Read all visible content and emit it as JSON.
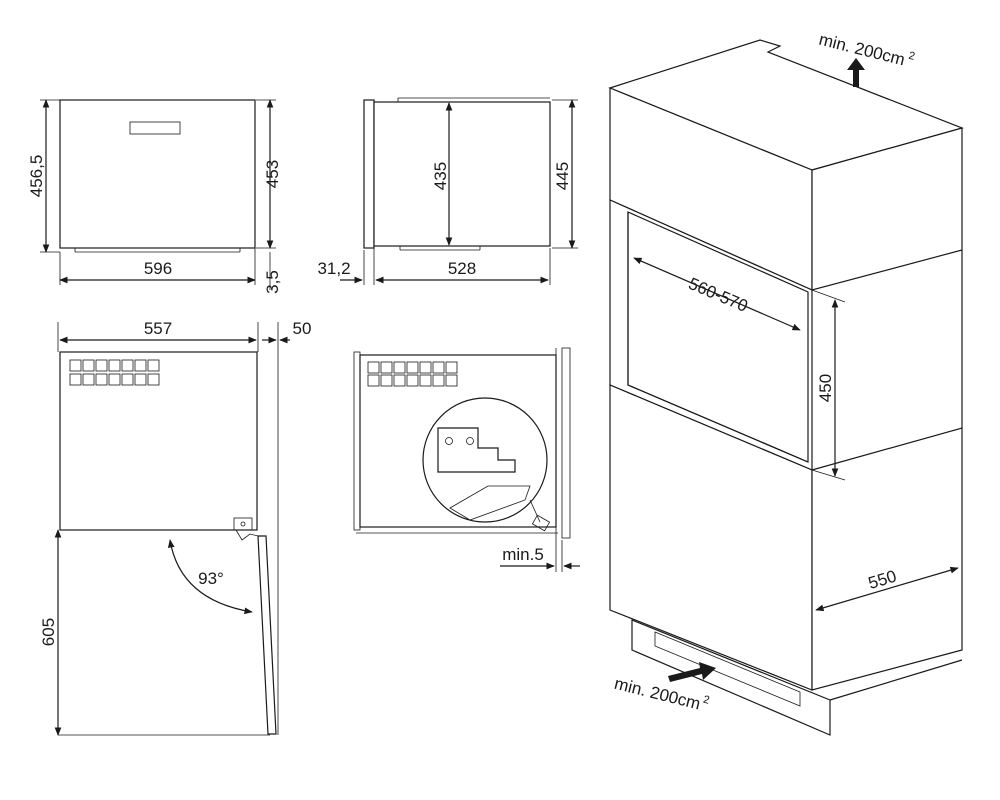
{
  "front_view": {
    "height_left": "456,5",
    "height_right": "453",
    "width": "596",
    "foot_height": "3,5"
  },
  "side_view": {
    "inner_height": "435",
    "outer_height": "445",
    "frame_depth": "31,2",
    "depth": "528"
  },
  "top_view": {
    "width": "557",
    "door_thickness": "50",
    "door_length": "605",
    "door_angle": "93°"
  },
  "detail_view": {
    "min_gap": "min.5"
  },
  "cabinet_view": {
    "vent_top": "min. 200cm",
    "vent_top_sup": "2",
    "niche_width": "560-570",
    "niche_height": "450",
    "cabinet_depth": "550",
    "vent_bottom": "min. 200cm",
    "vent_bottom_sup": "2"
  }
}
